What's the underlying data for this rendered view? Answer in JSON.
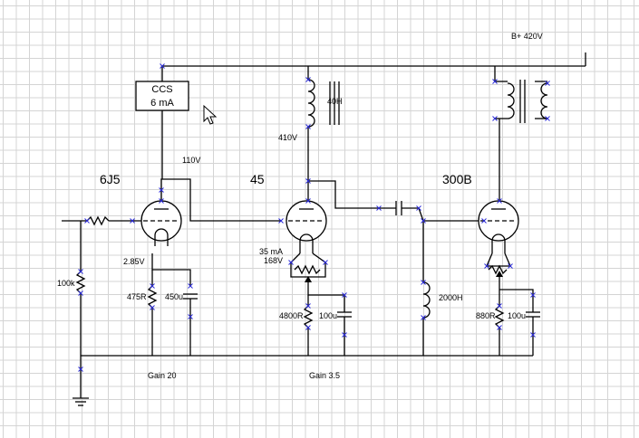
{
  "labels": {
    "b_plus": "B+ 420V",
    "ccs_line1": "CCS",
    "ccs_line2": "6 mA",
    "tube1_name": "6J5",
    "tube2_name": "45",
    "tube3_name": "300B",
    "v_110": "110V",
    "v_410": "410V",
    "choke_40h": "40H",
    "current_35ma": "35 mA",
    "v_168": "168V",
    "v_285": "2.85V",
    "r_100k": "100k",
    "r_475": "475R",
    "c_450u": "450u",
    "r_4800": "4800R",
    "c_100u_a": "100u",
    "choke_2000h": "2000H",
    "r_880": "880R",
    "c_100u_b": "100u",
    "gain1": "Gain 20",
    "gain2": "Gain 3.5"
  },
  "colors": {
    "wire": "#000000",
    "connector": "#2a2ad8",
    "grid": "#d4d4d4",
    "background": "#ffffff"
  }
}
